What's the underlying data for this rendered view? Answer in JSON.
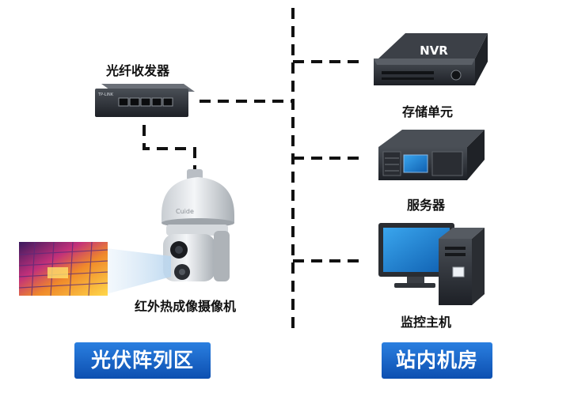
{
  "colors": {
    "zone_gradient_top": "#2a7fe0",
    "zone_gradient_bottom": "#0d4fb0",
    "link_line": "#111111",
    "monitor_screen": "#1e87d8",
    "thermal_scene": "#c2307a"
  },
  "devices": {
    "switch": {
      "label": "光纤收发器",
      "brand": "TP-LINK",
      "icon": "fiber-transceiver-icon"
    },
    "camera": {
      "label": "红外热成像摄像机",
      "brand": "Cuide",
      "icon": "ptz-thermal-camera-icon"
    },
    "thermal_view": {
      "icon": "thermal-image-icon"
    },
    "nvr": {
      "label": "存储单元",
      "badge": "NVR",
      "icon": "nvr-recorder-icon"
    },
    "server": {
      "label": "服务器",
      "icon": "rack-server-icon"
    },
    "host": {
      "label": "监控主机",
      "icon": "desktop-computer-icon"
    }
  },
  "zones": {
    "left": "光伏阵列区",
    "right": "站内机房"
  }
}
